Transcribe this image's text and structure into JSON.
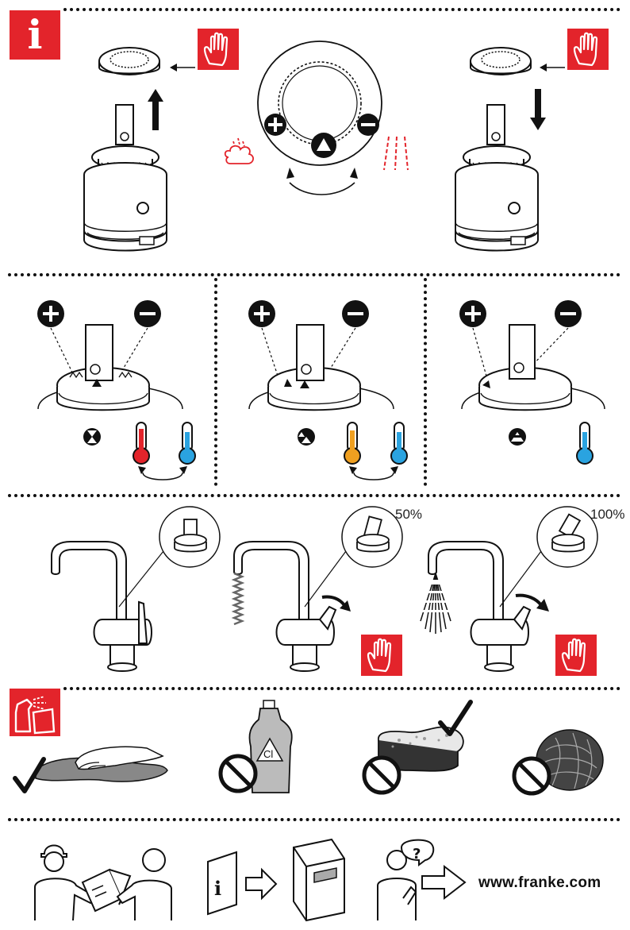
{
  "header": {
    "info_symbol": "i"
  },
  "section_flow": {
    "flow_50": "50%",
    "flow_100": "100%"
  },
  "cleaning": {
    "chlorine_label": "Cl"
  },
  "footer": {
    "website": "www.franke.com"
  },
  "colors": {
    "warning_red": "#e3242b",
    "hot_red": "#e3242b",
    "warm_orange": "#f0a020",
    "cold_blue": "#2aa3e0"
  },
  "icons": [
    "info-icon",
    "stop-hand-icon",
    "cartridge-icon",
    "limiter-ring-icon",
    "plus-icon",
    "minus-icon",
    "steam-icon",
    "spray-icon",
    "thermometer-hot-icon",
    "thermometer-warm-icon",
    "thermometer-cold-icon",
    "faucet-icon",
    "cleaning-spray-icon",
    "cloth-wipe-icon",
    "detergent-bottle-icon",
    "sponge-icon",
    "steel-wool-icon",
    "check-icon",
    "prohibited-icon",
    "handover-icon",
    "manual-icon",
    "question-person-icon",
    "arrow-right-icon"
  ]
}
